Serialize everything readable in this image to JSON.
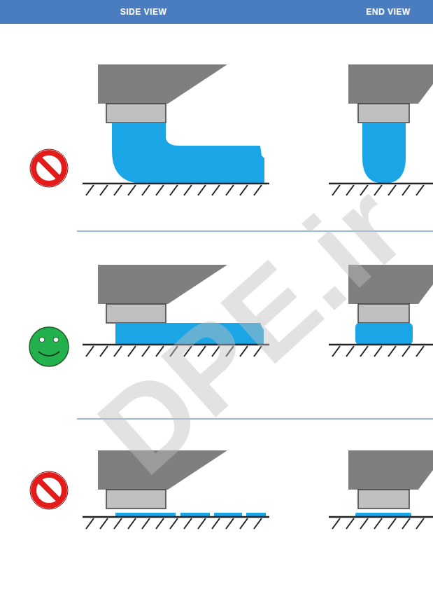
{
  "diagram": {
    "labels": [
      "SIDE VIEW",
      "END VIEW",
      "DPE.ir"
    ]
  }
}
